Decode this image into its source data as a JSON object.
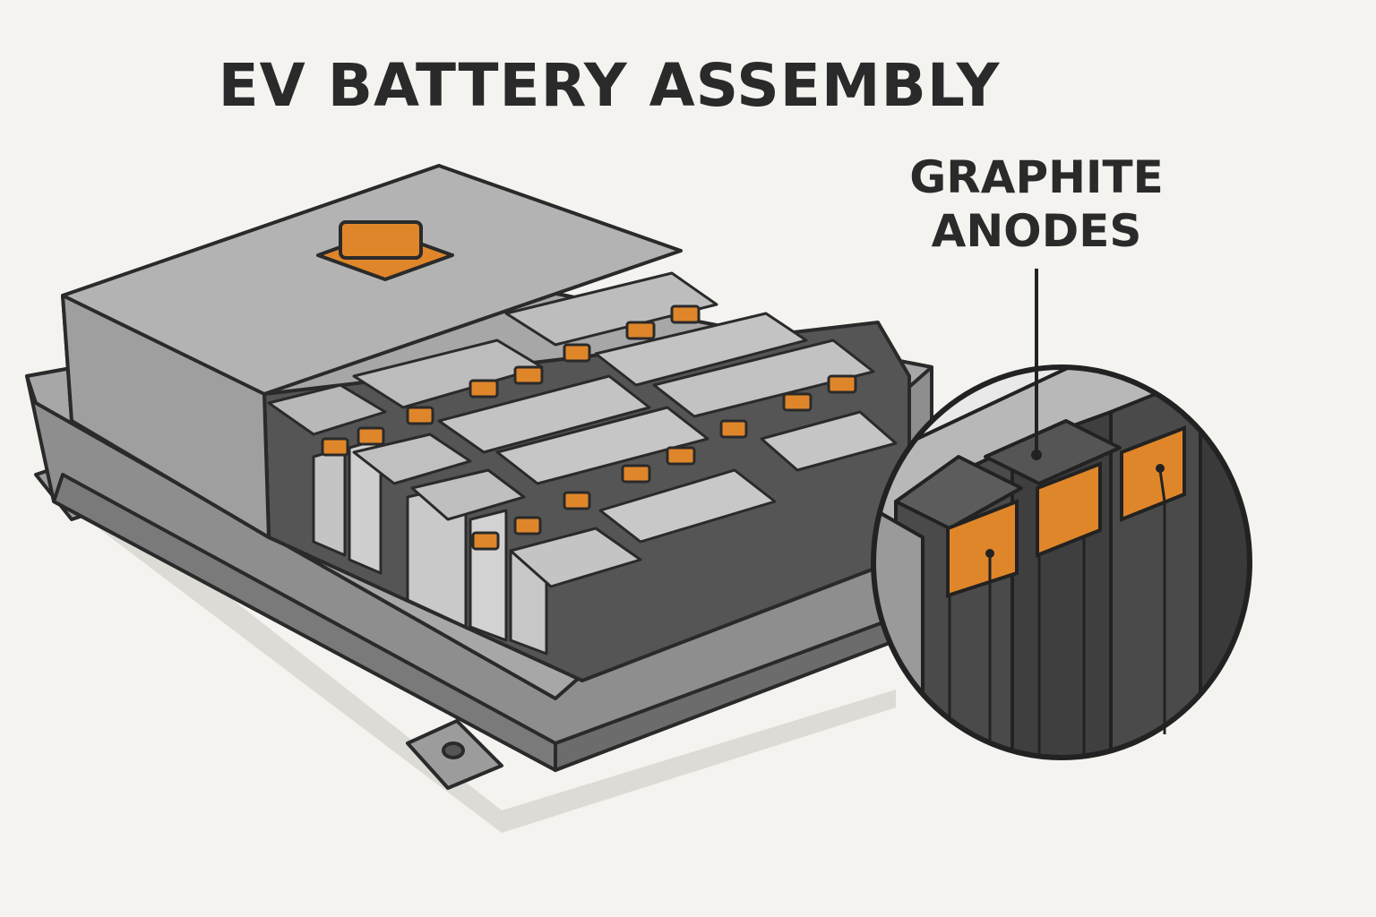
{
  "title": "EV BATTERY ASSEMBLY",
  "callout": {
    "line1": "GRAPHITE",
    "line2": "ANODES"
  },
  "colors": {
    "background": "#f4f3ef",
    "anode_tab": "#e0862a",
    "casing": "#b5b5b5",
    "cell_dark": "#4a4a4a",
    "outline": "#2a2a2a"
  }
}
